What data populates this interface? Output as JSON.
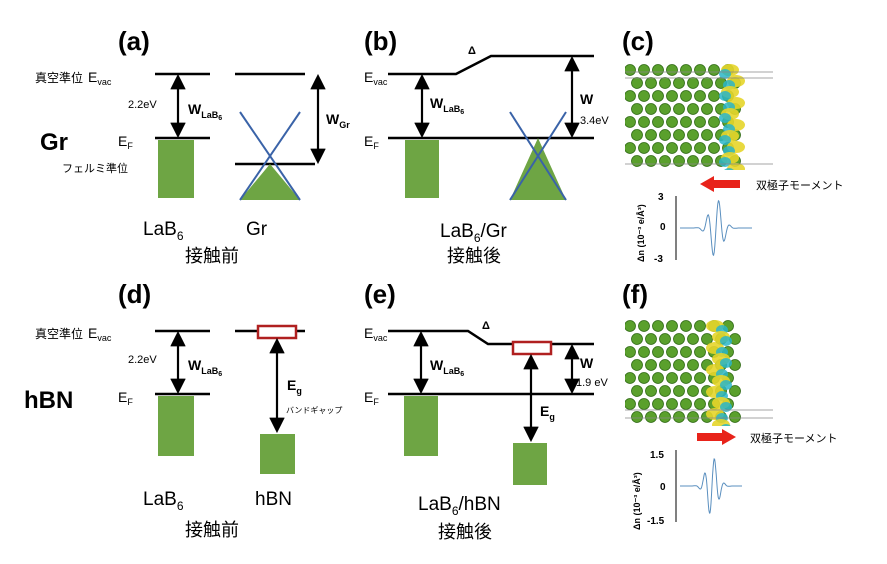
{
  "panels": {
    "a": "(a)",
    "b": "(b)",
    "c": "(c)",
    "d": "(d)",
    "e": "(e)",
    "f": "(f)"
  },
  "rows": {
    "top": "Gr",
    "bottom": "hBN"
  },
  "labels": {
    "vacuum_level": "真空準位",
    "fermi_level": "フェルミ準位",
    "E": "E",
    "vac": "vac",
    "F": "F",
    "W": "W",
    "LaB": "LaB",
    "six": "6",
    "Gr_sub": "Gr",
    "g": "g",
    "delta": "Δ",
    "band_gap": "バンドギャップ",
    "before_contact": "接触前",
    "after_contact": "接触後",
    "dipole_moment": "双極子モーメント",
    "Gr": "Gr",
    "hBN": "hBN",
    "slash_Gr": "/Gr",
    "slash_hBN": "/hBN"
  },
  "values": {
    "w_lab6": "2.2eV",
    "w_gr_contact": "3.4eV",
    "w_hbn_contact": "1.9 eV"
  },
  "plots": {
    "c": {
      "ylabel": "Δn (10⁻³ e/Å³)",
      "ticks": [
        "3",
        "0",
        "-3"
      ]
    },
    "f": {
      "ylabel": "Δn (10⁻³ e/Å³)",
      "ticks": [
        "1.5",
        "0",
        "-1.5"
      ]
    }
  },
  "colors": {
    "green": "#6ea544",
    "blue_cone": "#3a63a8",
    "red_box": "#b02020",
    "arrow_red": "#e8231a",
    "curve": "#5a8fbf",
    "atom_green": "#5aa02c",
    "charge_yellow": "#e6d52a",
    "charge_cyan": "#2ab5c8"
  }
}
